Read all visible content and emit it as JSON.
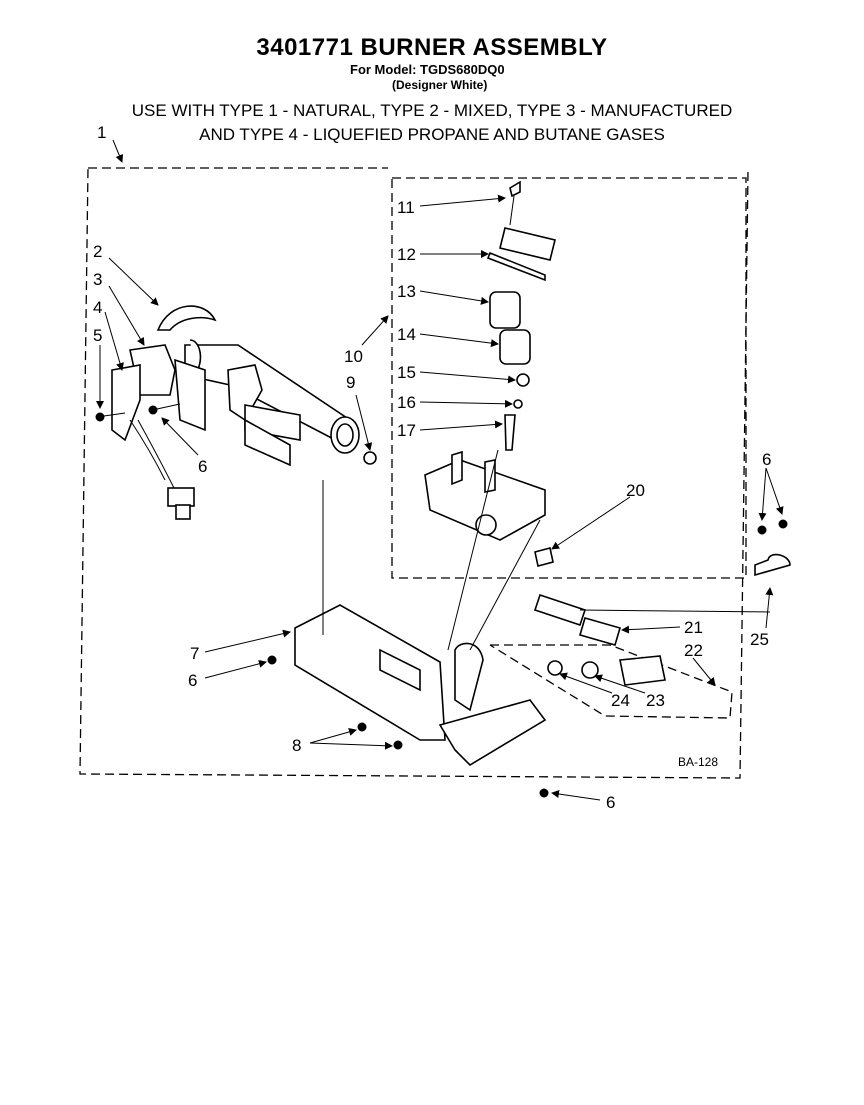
{
  "header": {
    "title": "3401771 BURNER ASSEMBLY",
    "model_line": "For Model: TGDS680DQ0",
    "color_line": "(Designer White)",
    "usage_line1": "USE WITH TYPE 1 - NATURAL, TYPE 2 - MIXED, TYPE 3 - MANUFACTURED",
    "usage_line2": "AND TYPE 4 - LIQUEFIED PROPANE AND BUTANE GASES"
  },
  "callouts": {
    "c1": "1",
    "c2": "2",
    "c3": "3",
    "c4": "4",
    "c5": "5",
    "c6a": "6",
    "c6b": "6",
    "c6c": "6",
    "c6d": "6",
    "c7": "7",
    "c8": "8",
    "c9": "9",
    "c10": "10",
    "c11": "11",
    "c12": "12",
    "c13": "13",
    "c14": "14",
    "c15": "15",
    "c16": "16",
    "c17": "17",
    "c20": "20",
    "c21": "21",
    "c22": "22",
    "c23": "23",
    "c24": "24",
    "c25": "25"
  },
  "drawing_code": "BA-128"
}
